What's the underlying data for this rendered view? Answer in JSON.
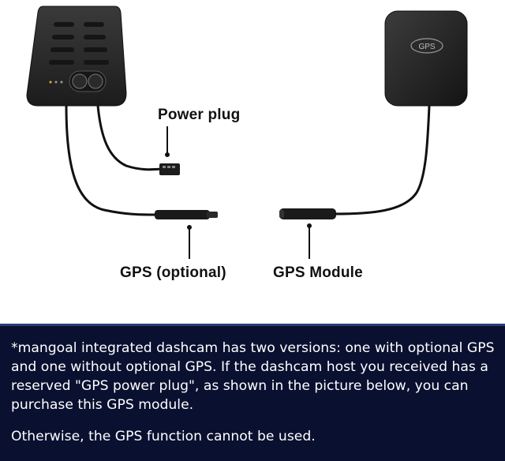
{
  "labels": {
    "power_plug": "Power plug",
    "gps_optional": "GPS (optional)",
    "gps_module": "GPS Module"
  },
  "gps_badge": "GPS",
  "notice": {
    "paragraph": "*mangoal integrated dashcam has two versions: one with optional GPS and one without optional GPS. If the dashcam host you received has a reserved \"GPS power plug\", as shown in the picture below, you can purchase this GPS module.",
    "paragraph2": "Otherwise, the GPS function cannot be used."
  },
  "colors": {
    "notice_bg": "#0a1030",
    "device_body": "#2b2b2b",
    "cable": "#111111"
  }
}
